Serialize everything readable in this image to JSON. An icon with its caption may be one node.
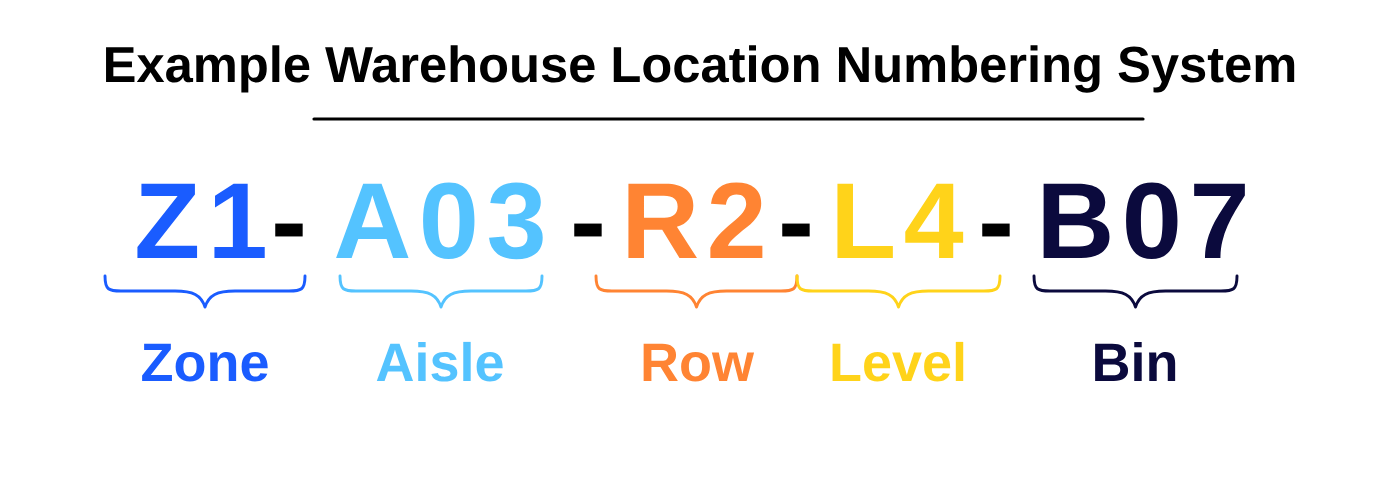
{
  "diagram": {
    "title": "Example Warehouse Location Numbering System",
    "labels": [
      "Z1",
      "-",
      "A03",
      "-",
      "R2",
      "-",
      "L4",
      "-",
      "B07",
      "Zone",
      "Aisle",
      "Row",
      "Level",
      "Bin"
    ]
  }
}
